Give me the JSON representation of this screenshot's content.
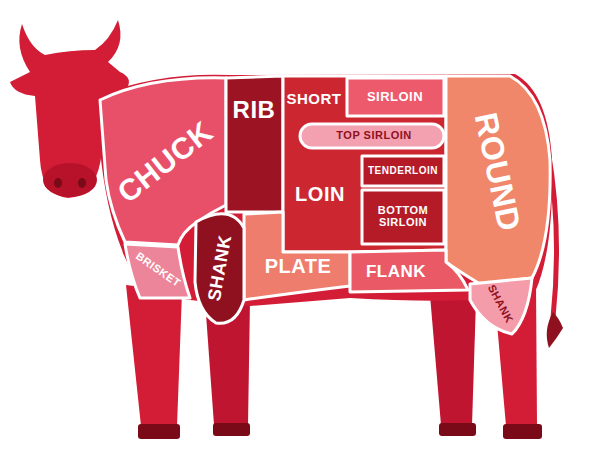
{
  "diagram": {
    "nodes": [
      {
        "text": [
          "CHUCK"
        ]
      },
      {
        "text": [
          "RIB"
        ]
      },
      {
        "text": [
          "SHORT",
          "LOIN"
        ]
      },
      {
        "text": [
          "SIRLOIN"
        ],
        "in": 2
      },
      {
        "text": [
          "TOP SIRLOIN"
        ],
        "in": 2
      },
      {
        "text": [
          "TENDERLOIN"
        ],
        "in": 2
      },
      {
        "text": [
          "BOTTOM SIRLOIN"
        ],
        "in": 2
      },
      {
        "text": [
          "ROUND"
        ]
      },
      {
        "text": [
          "BRISKET"
        ]
      },
      {
        "text": [
          "SHANK"
        ]
      },
      {
        "text": [
          "PLATE"
        ]
      },
      {
        "text": [
          "FLANK"
        ]
      },
      {
        "text": [
          "SHANK"
        ]
      }
    ]
  }
}
